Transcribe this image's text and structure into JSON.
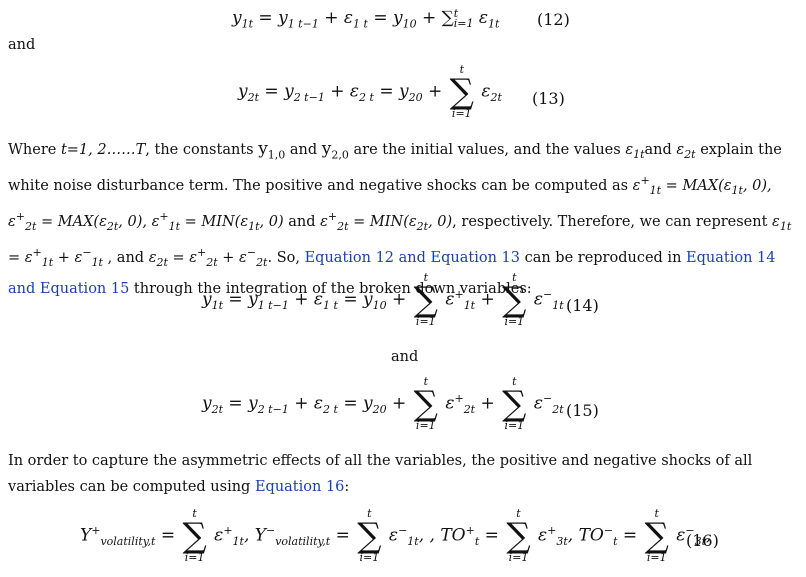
{
  "eq12": {
    "label": "(12)"
  },
  "and1": "and",
  "eq13": {
    "label": "(13)"
  },
  "para1": {
    "s1": "Where ",
    "t": "t=1, 2……T",
    "s2": ", the constants ",
    "y10": "y",
    "y10sub": "1,0",
    "s3": " and ",
    "y20": "y",
    "y20sub": "2,0",
    "s4": " are the initial values, and the values ",
    "e1t": "ε",
    "e1tsub": "1t",
    "s5": "and ",
    "e2t": "ε",
    "e2tsub": "2t",
    "s6": " explain the white noise disturbance term. The positive and negative shocks can be computed as ",
    "s7": ", respectively. Therefore, we can represent ",
    "s8": " , and ",
    "s9": ". So, ",
    "link1": "Equation 12 and Equation 13",
    "s10": " can be reproduced in ",
    "link2": "Equation 14 and Equation 15",
    "s11": " through the integration of the broken down variables:"
  },
  "eq14": {
    "label": "(14)"
  },
  "and2": "and",
  "eq15": {
    "label": "(15)"
  },
  "para2": {
    "s1": "In order to capture the asymmetric effects of all the variables, the positive and negative shocks of all variables can be computed using ",
    "link": "Equation 16",
    "s2": ":"
  },
  "eq16": {
    "label": "(16)"
  }
}
